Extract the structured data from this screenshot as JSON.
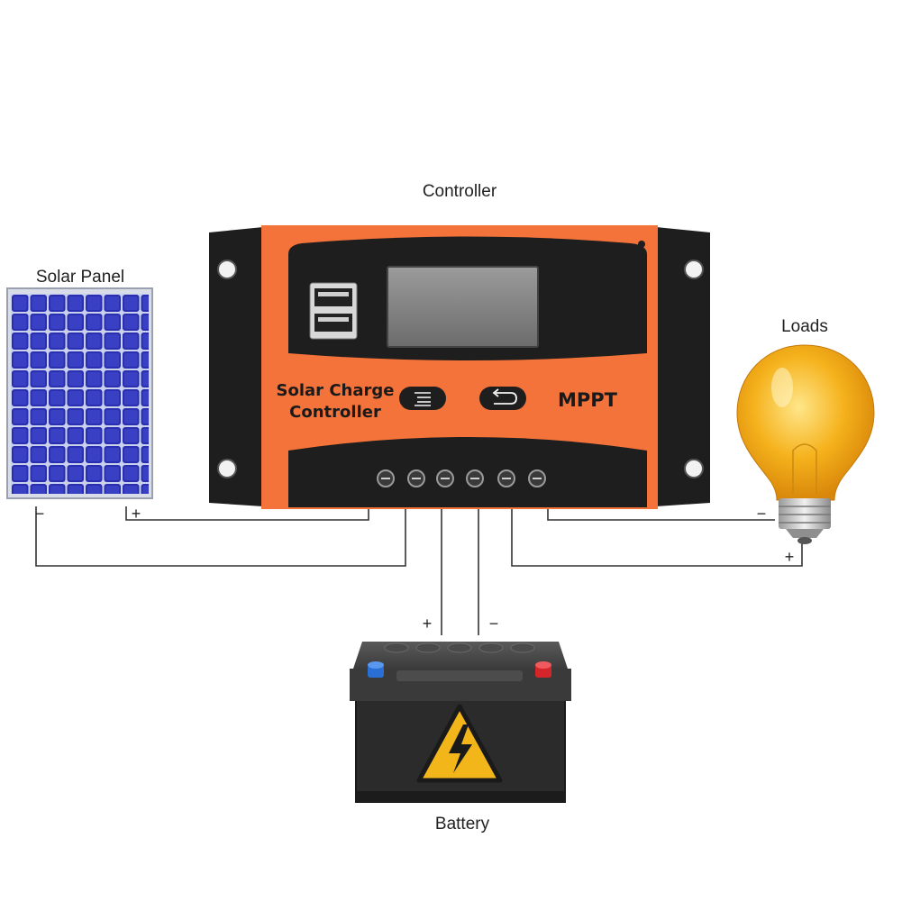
{
  "labels": {
    "controller": "Controller",
    "solar_panel": "Solar Panel",
    "loads": "Loads",
    "battery": "Battery"
  },
  "device": {
    "brand_line1": "Solar Charge",
    "brand_line2": "Controller",
    "model": "MPPT",
    "buttons": [
      "menu-icon",
      "return-icon"
    ]
  },
  "terminals": {
    "panel_neg": "−",
    "panel_pos": "+",
    "battery_pos": "+",
    "battery_neg": "−",
    "load_neg": "−",
    "load_pos": "+"
  },
  "icons": [
    "usb-port-icon",
    "lightbulb-icon",
    "high-voltage-warning-icon"
  ],
  "colors": {
    "controller_orange": "#f4733a",
    "controller_black": "#1e1e1e",
    "panel_blue": "#2a2fb0",
    "bulb_yellow": "#f5b21c",
    "battery_body": "#2b2b2b",
    "battery_pos_terminal": "#d3252a",
    "battery_neg_terminal": "#2a6fd3",
    "warning_yellow": "#f2b61b"
  }
}
